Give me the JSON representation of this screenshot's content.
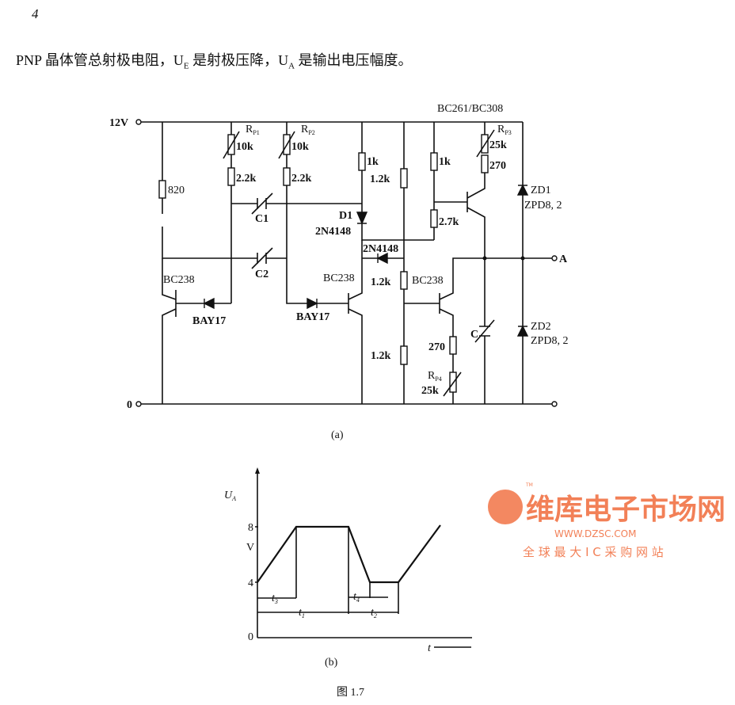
{
  "page_number": "4",
  "body_text": "PNP 晶体管总射极电阻，U",
  "body_text_sub1": "E",
  "body_text_mid": " 是射极压降，U",
  "body_text_sub2": "A",
  "body_text_end": " 是输出电压幅度。",
  "circuit": {
    "supply": "12V",
    "ground": "0",
    "output": "A",
    "caption": "(a)",
    "labels": {
      "r820": "820",
      "rp1": "R",
      "rp1_sub": "P1",
      "rp1_val": "10k",
      "r22a": "2.2k",
      "rp2": "R",
      "rp2_sub": "P2",
      "rp2_val": "10k",
      "r22b": "2.2k",
      "r1k_a": "1k",
      "r12_a": "1.2k",
      "r1k_b": "1k",
      "rp3": "R",
      "rp3_sub": "P3",
      "rp3_val": "25k",
      "r270_a": "270",
      "r27": "2.7k",
      "c1": "C1",
      "c2": "C2",
      "d1": "D1",
      "d1_type": "2N4148",
      "d2_type": "2N4148",
      "q1": "BC238",
      "q2": "BC238",
      "q3": "BC238",
      "q4": "BC261/BC308",
      "bay1": "BAY17",
      "bay2": "BAY17",
      "r12_b": "1.2k",
      "r12_c": "1.2k",
      "r270_b": "270",
      "rp4": "R",
      "rp4_sub": "P4",
      "rp4_val": "25k",
      "c": "C",
      "zd1": "ZD1",
      "zd1_type": "ZPD8, 2",
      "zd2": "ZD2",
      "zd2_type": "ZPD8, 2"
    }
  },
  "waveform": {
    "y_label": "U",
    "y_label_sub": "A",
    "y_unit": "V",
    "y_ticks": [
      "8",
      "4",
      "0"
    ],
    "x_label": "t",
    "intervals": [
      "t",
      "t",
      "t",
      "t"
    ],
    "interval_subs": [
      "3",
      "1",
      "4",
      "2"
    ],
    "caption": "(b)"
  },
  "figure_caption": "图 1.7",
  "watermark": {
    "brand": "维库电子市场网",
    "url": "WWW.DZSC.COM",
    "slogan": "全 球 最 大 I C 采 购 网 站",
    "tm": "TM",
    "color": "#f06a3a"
  }
}
